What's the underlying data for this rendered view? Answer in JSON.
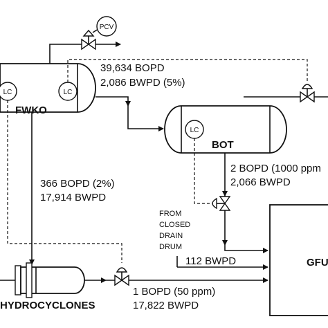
{
  "vessels": {
    "fwko": "FWKO",
    "bot": "BOT",
    "gfu": "GFU",
    "hydrocyclones": "HYDROCYCLONES"
  },
  "instruments": {
    "pcv": "PCV",
    "lc": "LC"
  },
  "streams": {
    "fwko_oil_line1": "39,634 BOPD",
    "fwko_oil_line2": "2,086 BWPD (5%)",
    "fwko_water_line1": "366 BOPD (2%)",
    "fwko_water_line2": "17,914 BWPD",
    "bot_out_line1": "2 BOPD (1000 ppm",
    "bot_out_line2": "2,066 BWPD",
    "drain_label_line1": "FROM",
    "drain_label_line2": "CLOSED",
    "drain_label_line3": "DRAIN",
    "drain_label_line4": "DRUM",
    "drain_flow": "112 BWPD",
    "hydro_out_line1": "1 BOPD (50 ppm)",
    "hydro_out_line2": "17,822 BWPD"
  }
}
